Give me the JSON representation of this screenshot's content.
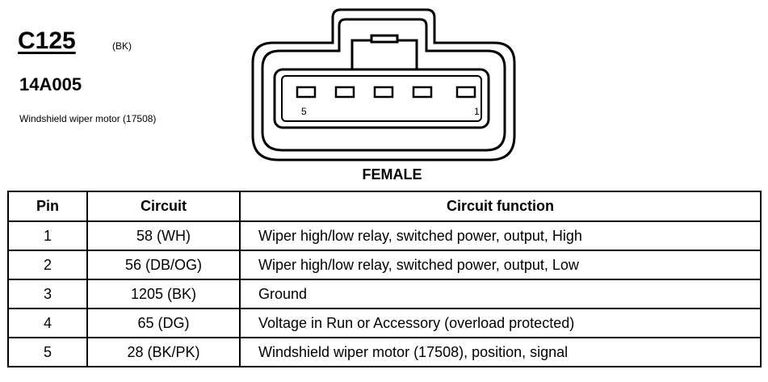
{
  "header": {
    "connector_id": "C125",
    "color_code": "(BK)",
    "part_number": "14A005",
    "description": "Windshield wiper motor (17508)"
  },
  "diagram": {
    "pin_label_left": "5",
    "pin_label_right": "1",
    "gender": "FEMALE",
    "pin_count": 5
  },
  "table": {
    "headers": [
      "Pin",
      "Circuit",
      "Circuit function"
    ],
    "rows": [
      {
        "pin": "1",
        "circuit": "58 (WH)",
        "function": "Wiper high/low relay, switched power, output, High"
      },
      {
        "pin": "2",
        "circuit": "56 (DB/OG)",
        "function": "Wiper high/low relay, switched power, output, Low"
      },
      {
        "pin": "3",
        "circuit": "1205 (BK)",
        "function": "Ground"
      },
      {
        "pin": "4",
        "circuit": "65 (DG)",
        "function": "Voltage in Run or Accessory (overload protected)"
      },
      {
        "pin": "5",
        "circuit": "28 (BK/PK)",
        "function": "Windshield wiper motor (17508), position, signal"
      }
    ]
  }
}
